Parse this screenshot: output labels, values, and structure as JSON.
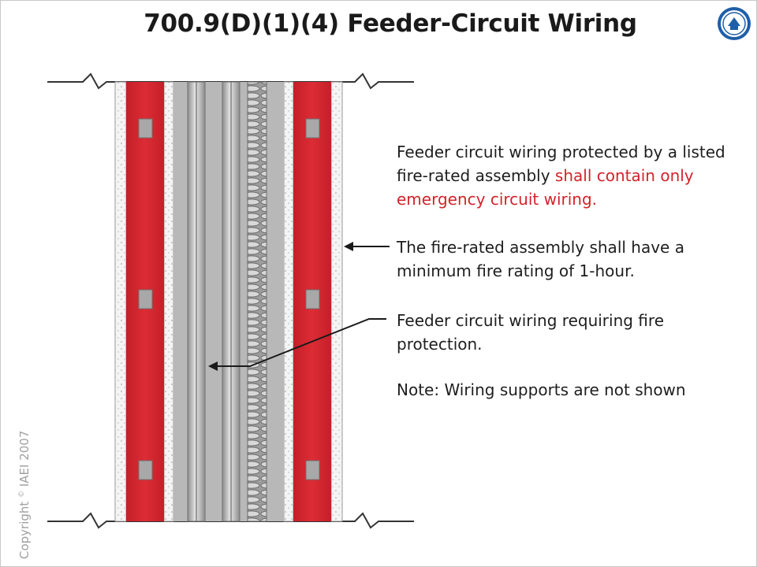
{
  "title": "700.9(D)(1)(4) Feeder-Circuit Wiring",
  "logo": {
    "icon": "iaei-seal-icon",
    "color": "#1f5ea8"
  },
  "copyright": {
    "prefix": "Copyright",
    "symbol": "©",
    "suffix": "IAEI 2007"
  },
  "colors": {
    "fire_rated_board": "#da2a34",
    "conduit_gray": "#b4b4b4",
    "callout_red": "#d2232a"
  },
  "callouts": {
    "assembly_contents": {
      "text_before": "Feeder circuit wiring protected by a listed fire-rated assembly ",
      "text_highlight": "shall contain only emergency circuit wiring."
    },
    "fire_rating": "The fire-rated assembly shall have a minimum fire rating of 1-hour.",
    "feeder_wiring": "Feeder circuit wiring requiring fire protection.",
    "note": "Note: Wiring supports are not shown"
  }
}
